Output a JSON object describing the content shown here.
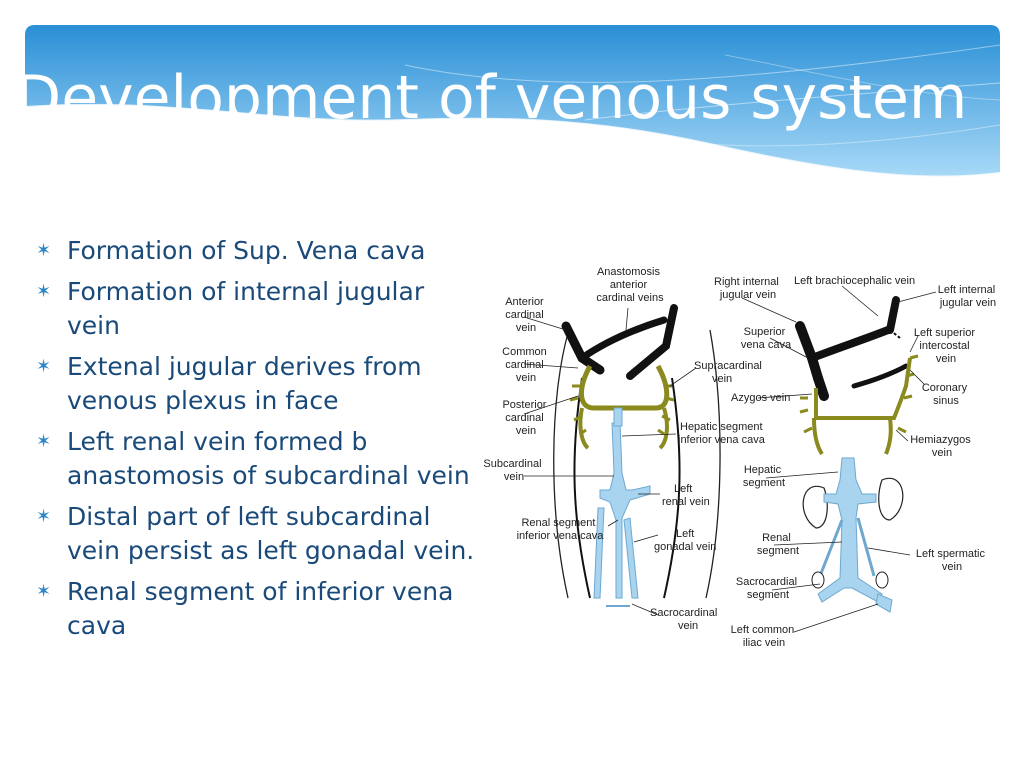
{
  "slide": {
    "title": "Development of venous system",
    "bullets": [
      "Formation of Sup. Vena cava",
      "Formation of internal jugular vein",
      "Extenal jugular derives from venous plexus in face",
      "Left renal vein formed b anastomosis of subcardinal vein",
      "Distal part of left subcardinal vein persist as left gonadal vein.",
      "Renal segment of inferior vena cava"
    ],
    "bullet_icon": "asterisk-icon"
  },
  "diagram": {
    "left_labels": {
      "anastomosis": [
        "Anastomosis",
        "anterior",
        "cardinal veins"
      ],
      "anterior_cardinal": [
        "Anterior",
        "cardinal",
        "vein"
      ],
      "common_cardinal": [
        "Common",
        "cardinal",
        "vein"
      ],
      "posterior_cardinal": [
        "Posterior",
        "cardinal",
        "vein"
      ],
      "subcardinal": [
        "Subcardinal",
        "vein"
      ],
      "renal_segment": [
        "Renal segment",
        "inferior vena cava"
      ],
      "supracardinal": [
        "Supracardinal",
        "vein"
      ],
      "hepatic_segment": [
        "Hepatic segment",
        "inferior vena cava"
      ],
      "left_renal": [
        "Left",
        "renal vein"
      ],
      "left_gonadal": [
        "Left",
        "gonadal vein"
      ],
      "sacrocardinal": [
        "Sacrocardinal",
        "vein"
      ]
    },
    "right_labels": {
      "right_internal_jugular": [
        "Right internal",
        "jugular vein"
      ],
      "left_brachiocephalic": [
        "Left brachiocephalic vein"
      ],
      "left_internal_jugular": [
        "Left internal",
        "jugular vein"
      ],
      "superior_vena_cava": [
        "Superior",
        "vena cava"
      ],
      "left_superior_intercostal": [
        "Left superior",
        "intercostal",
        "vein"
      ],
      "coronary_sinus": [
        "Coronary",
        "sinus"
      ],
      "azygos": [
        "Azygos vein"
      ],
      "hemiazygos": [
        "Hemiazygos",
        "vein"
      ],
      "hepatic_segment": [
        "Hepatic",
        "segment"
      ],
      "renal_segment": [
        "Renal",
        "segment"
      ],
      "sacrocardial_segment": [
        "Sacrocardial",
        "segment"
      ],
      "left_spermatic": [
        "Left spermatic",
        "vein"
      ],
      "left_common_iliac": [
        "Left common",
        "iliac vein"
      ]
    },
    "colors": {
      "precardinal": "#1a1a1a",
      "supracardinal": "#8a8a1e",
      "subcardinal": "#a8d4ef",
      "subcardinal_stroke": "#6ea8cf"
    }
  },
  "theme": {
    "banner_top": "#2a8fd6",
    "banner_bottom": "#9fd4f5",
    "title_color": "#ffffff",
    "bullet_text": "#1a4a7a",
    "bullet_icon": "#2a86c8"
  }
}
